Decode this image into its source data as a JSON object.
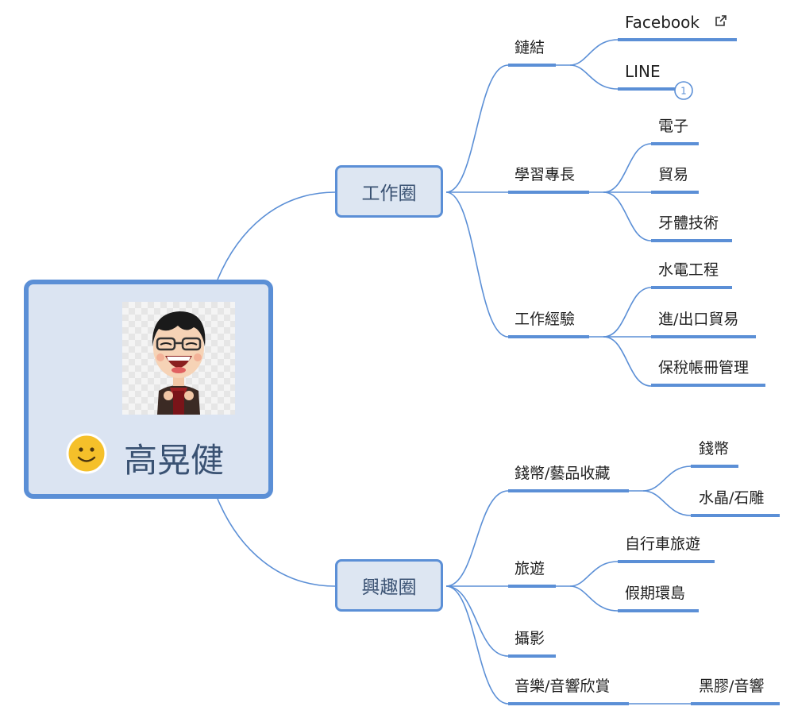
{
  "central": {
    "title": "高晃健",
    "emoji_icon": "smiley-face-icon",
    "avatar_icon": "cartoon-avatar-icon"
  },
  "branches": {
    "work": {
      "label": "工作圈",
      "link": {
        "label": "鏈結",
        "facebook": "Facebook",
        "line": "LINE",
        "line_badge": "1",
        "external_icon": "external-link-icon"
      },
      "skills": {
        "label": "學習專長",
        "items": [
          "電子",
          "貿易",
          "牙體技術"
        ]
      },
      "experience": {
        "label": "工作經驗",
        "items": [
          "水電工程",
          "進/出口貿易",
          "保稅帳冊管理"
        ]
      }
    },
    "hobby": {
      "label": "興趣圈",
      "collect": {
        "label": "錢幣/藝品收藏",
        "items": [
          "錢幣",
          "水晶/石雕"
        ]
      },
      "travel": {
        "label": "旅遊",
        "items": [
          "自行車旅遊",
          "假期環島"
        ]
      },
      "photo": {
        "label": "攝影"
      },
      "music": {
        "label": "音樂/音響欣賞",
        "items": [
          "黑膠/音響"
        ]
      }
    }
  },
  "colors": {
    "connector": "#5b8fd6",
    "node_fill": "#dde6f2",
    "node_text": "#3a5273",
    "smiley": "#f5c02a"
  }
}
